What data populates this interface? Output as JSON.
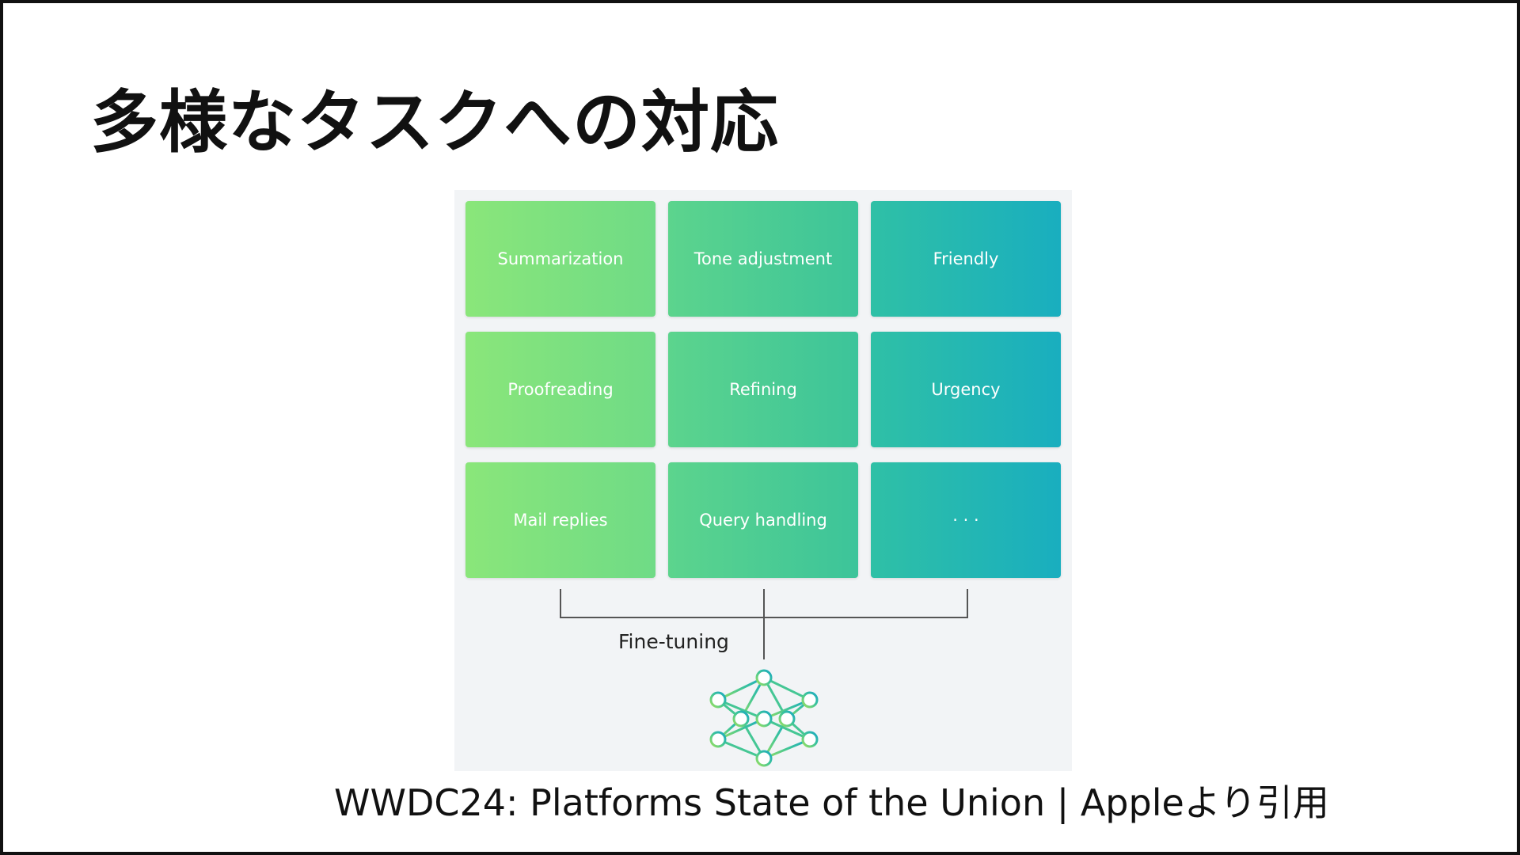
{
  "slide": {
    "title": "多様なタスクへの対応",
    "caption": "WWDC24: Platforms State of the Union | Appleより引用"
  },
  "diagram": {
    "tiles": [
      [
        "Summarization",
        "Tone adjustment",
        "Friendly"
      ],
      [
        "Proofreading",
        "Refining",
        "Urgency"
      ],
      [
        "Mail replies",
        "Query handling",
        "· · ·"
      ]
    ],
    "connector_label": "Fine-tuning",
    "model_icon": "neural-network-icon"
  },
  "colors": {
    "tile_left": "#8ae67a",
    "tile_right": "#19aebf",
    "figure_background": "#f2f4f6",
    "text": "#111111"
  }
}
